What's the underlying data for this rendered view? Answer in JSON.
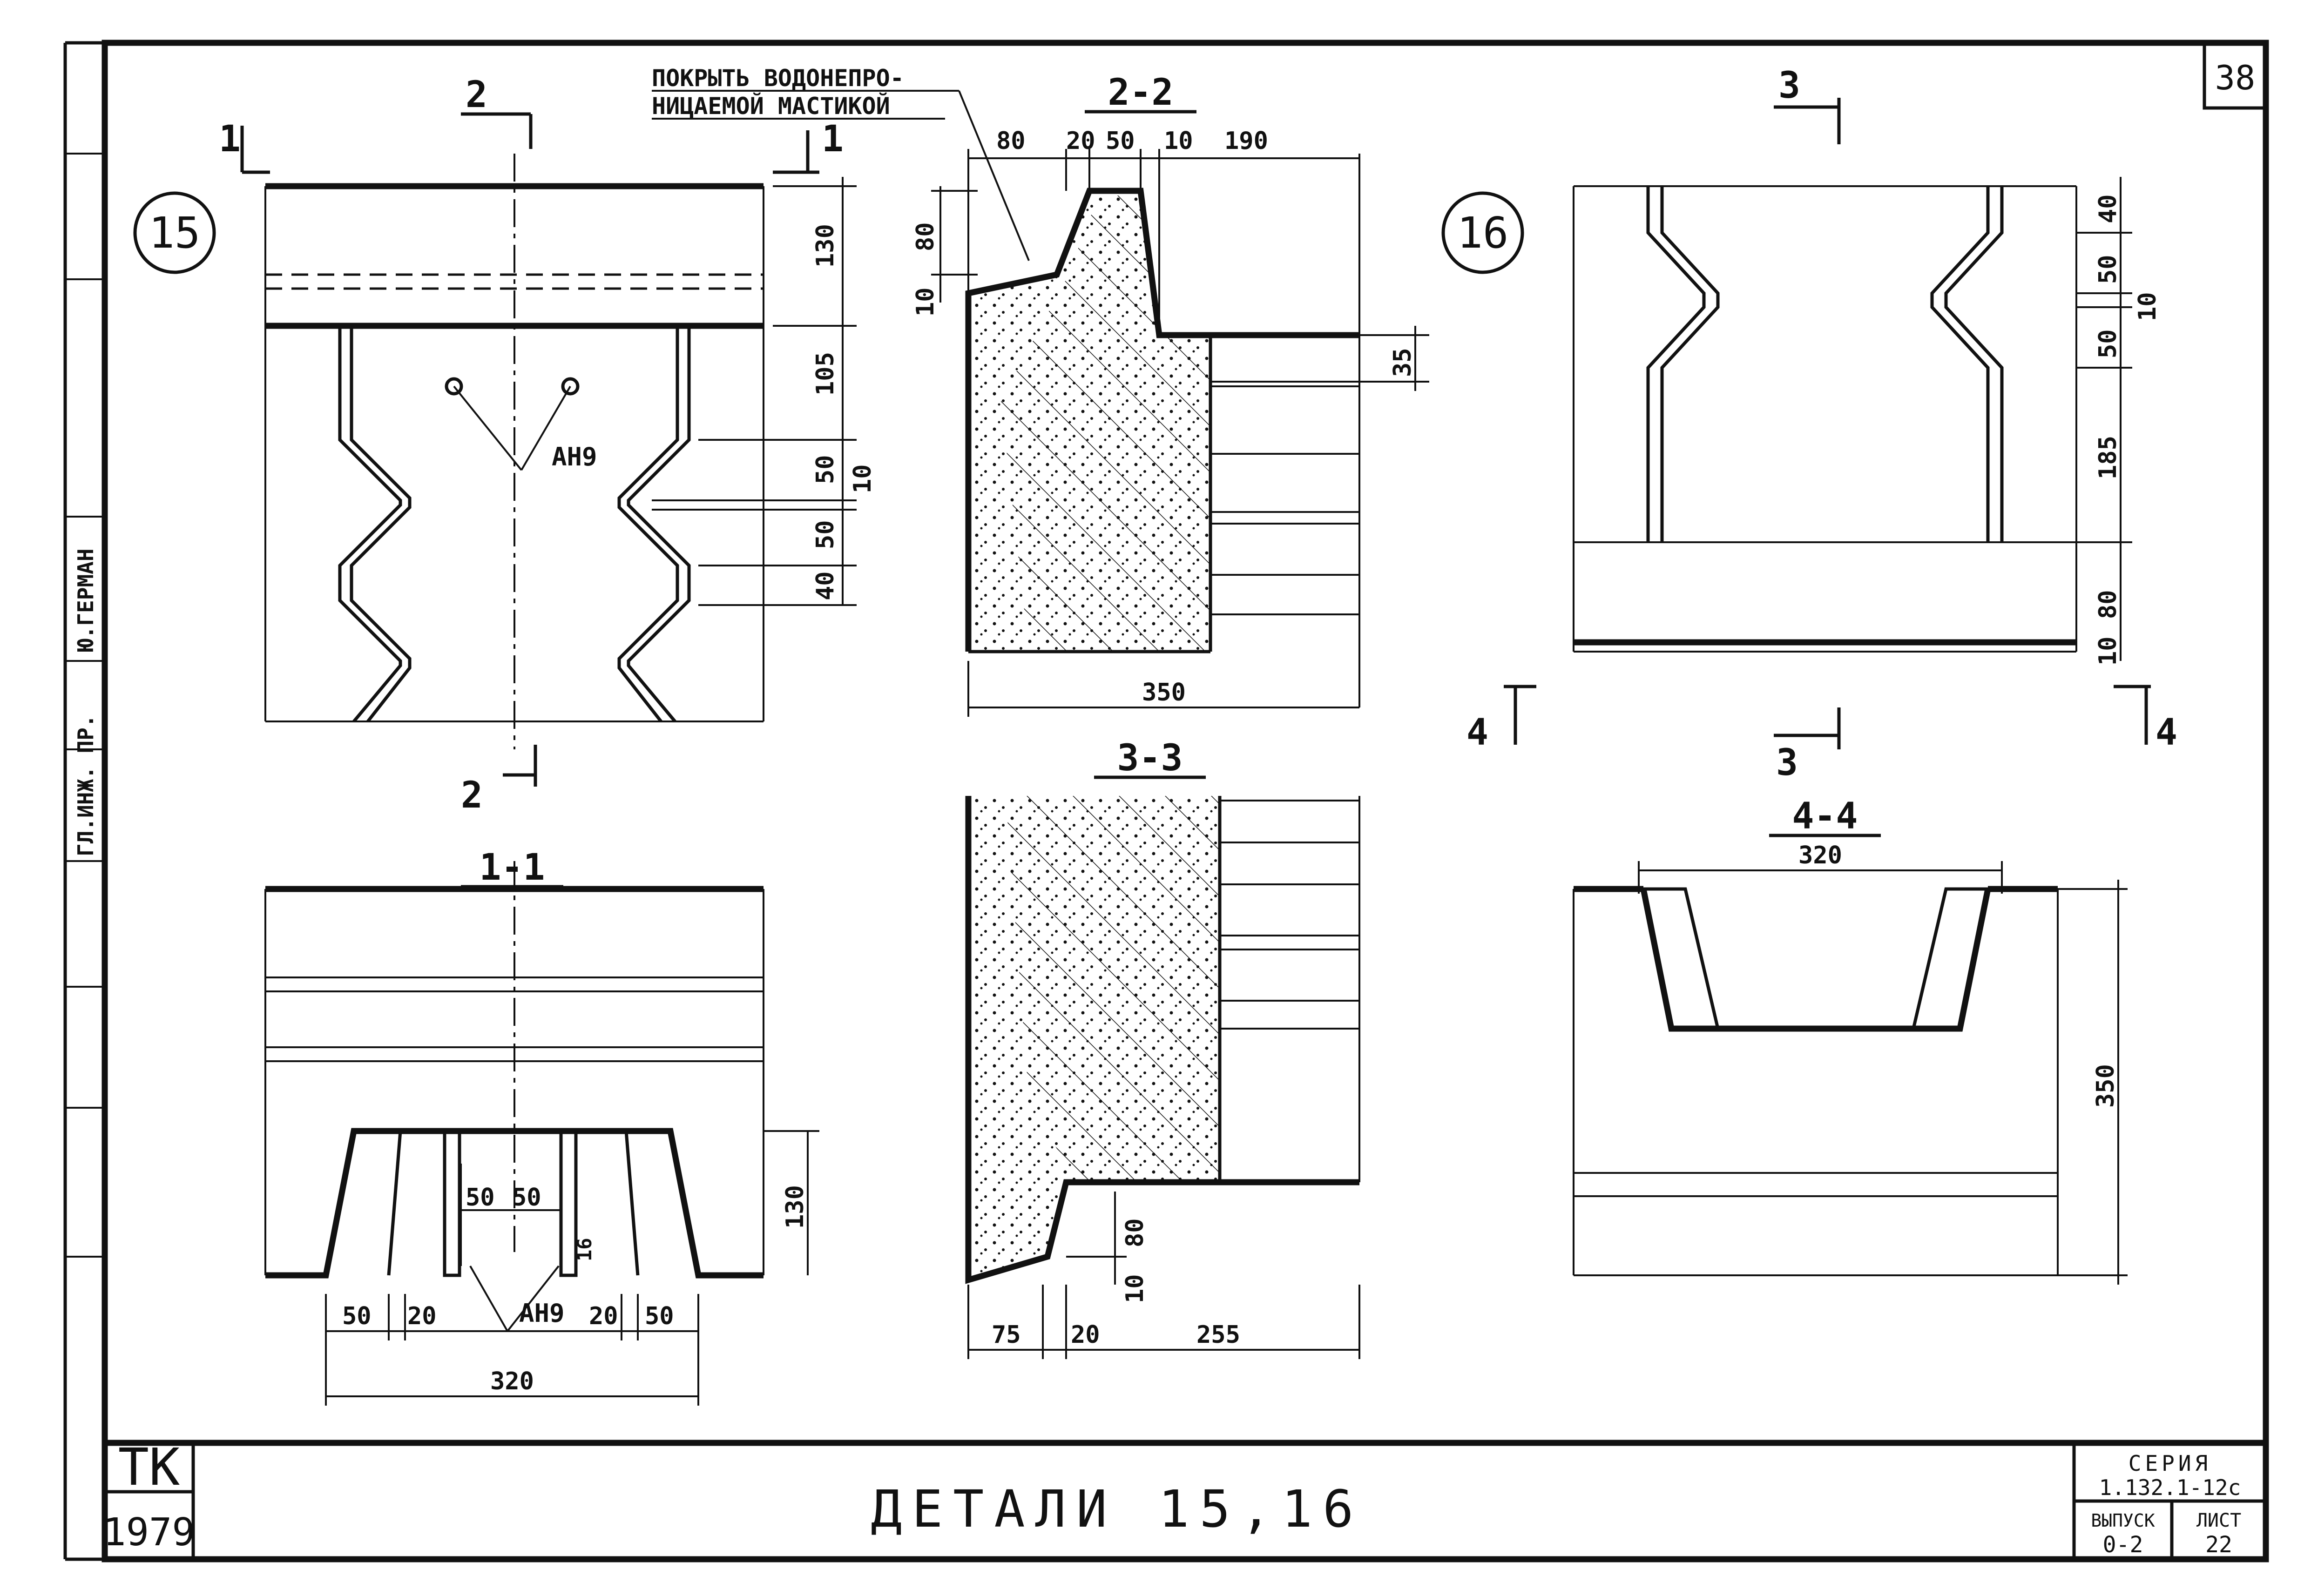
{
  "sheet": {
    "sheet_number": "38",
    "note_line1": "ПОКРЫТЬ ВОДОНЕПРО-",
    "note_line2": "НИЦАЕМОЙ МАСТИКОЙ",
    "title": "ДЕТАЛИ 15,16",
    "org": "ТК",
    "year": "1979",
    "series_label": "СЕРИЯ",
    "series_value": "1.132.1-12с",
    "issue_label": "ВЫПУСК",
    "issue_value": "0-2",
    "page_label": "ЛИСТ",
    "page_value": "22"
  },
  "side_stamp": {
    "role1": "ГЛ.ИНЖ. ПР.",
    "name1": "Ю.ГЕРМАН"
  },
  "details": {
    "d15": {
      "number": "15",
      "cut1": "1",
      "cut2": "2",
      "rebar": "АН9",
      "dims": [
        "130",
        "105",
        "50",
        "10",
        "50",
        "40"
      ]
    },
    "d16": {
      "number": "16",
      "cut3": "3",
      "cut4": "4",
      "dims": [
        "40",
        "50",
        "10",
        "50",
        "185",
        "80",
        "10"
      ]
    },
    "s11": {
      "title": "1-1",
      "rebar": "АН9",
      "dims": [
        "130",
        "50",
        "50",
        "16",
        "50",
        "20",
        "20",
        "50",
        "320"
      ]
    },
    "s22": {
      "title": "2-2",
      "dims": [
        "80",
        "20",
        "50",
        "10",
        "190",
        "80",
        "10",
        "35",
        "350"
      ]
    },
    "s33": {
      "title": "3-3",
      "dims": [
        "80",
        "10",
        "75",
        "20",
        "255"
      ]
    },
    "s44": {
      "title": "4-4",
      "dims": [
        "320",
        "350"
      ]
    }
  }
}
